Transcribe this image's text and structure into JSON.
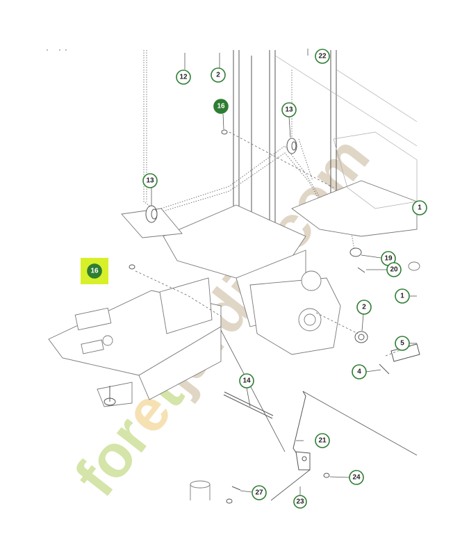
{
  "highlight_box": {
    "label": "16",
    "color": "#d8f02a"
  },
  "callouts": [
    {
      "id": "c22top",
      "label": "22",
      "highlighted": false
    },
    {
      "id": "c12",
      "label": "12",
      "highlighted": false
    },
    {
      "id": "c2top",
      "label": "2",
      "highlighted": false
    },
    {
      "id": "c16",
      "label": "16",
      "highlighted": true
    },
    {
      "id": "c13right",
      "label": "13",
      "highlighted": false
    },
    {
      "id": "c13left",
      "label": "13",
      "highlighted": false
    },
    {
      "id": "c1partial",
      "label": "1",
      "highlighted": false
    },
    {
      "id": "c19",
      "label": "19",
      "highlighted": false
    },
    {
      "id": "c20",
      "label": "20",
      "highlighted": false
    },
    {
      "id": "c1",
      "label": "1",
      "highlighted": false
    },
    {
      "id": "c2mid",
      "label": "2",
      "highlighted": false
    },
    {
      "id": "c5",
      "label": "5",
      "highlighted": false
    },
    {
      "id": "c4",
      "label": "4",
      "highlighted": false
    },
    {
      "id": "c14",
      "label": "14",
      "highlighted": false
    },
    {
      "id": "c21",
      "label": "21",
      "highlighted": false
    },
    {
      "id": "c24",
      "label": "24",
      "highlighted": false
    },
    {
      "id": "c27",
      "label": "27",
      "highlighted": false
    },
    {
      "id": "c23",
      "label": "23",
      "highlighted": false
    }
  ],
  "watermark": {
    "text": "foretjardin.com",
    "colors": {
      "f": "#c8dc8c",
      "o": "#c8dc8c",
      "r": "#c8dc8c",
      "e": "#f4d89a",
      "t": "#c8dc8c",
      "rest": "#d6c9b3"
    }
  },
  "colors": {
    "callout_ring": "#2e7d32",
    "highlight": "#d8f02a"
  }
}
